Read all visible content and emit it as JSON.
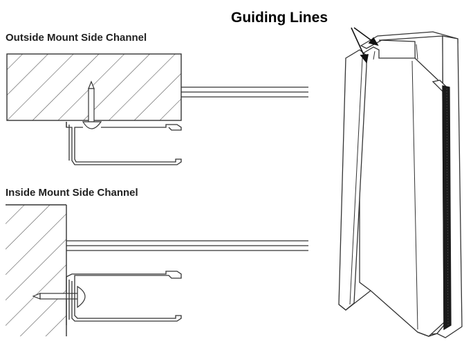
{
  "labels": {
    "outside_mount": "Outside Mount Side Channel",
    "inside_mount": "Inside Mount Side Channel",
    "guiding_lines": "Guiding Lines"
  },
  "colors": {
    "line": "#333333",
    "hatch": "#555555",
    "seal": "#1a1a1a",
    "shade": "#bbbbbb"
  }
}
